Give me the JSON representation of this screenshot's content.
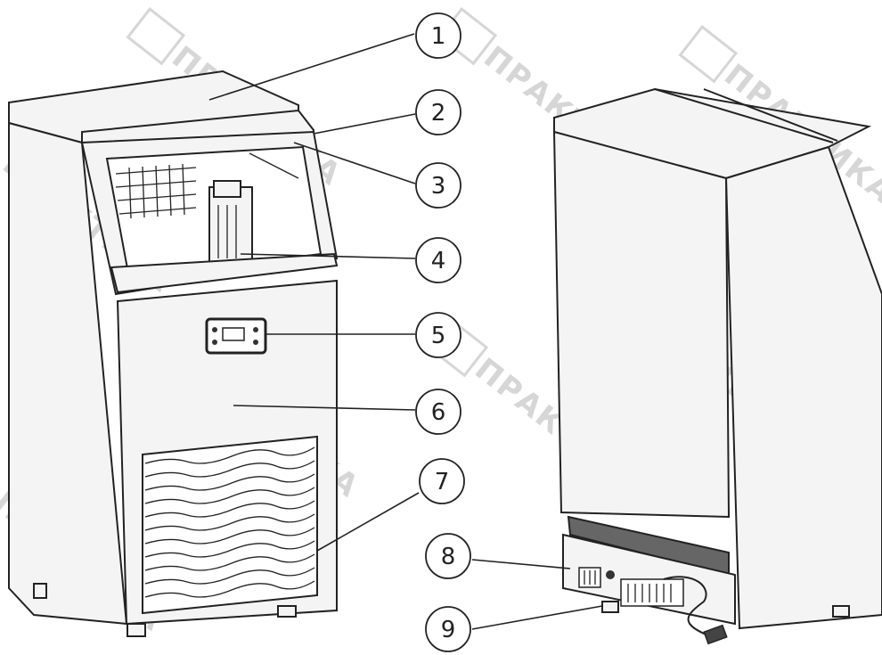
{
  "watermark": {
    "text": "ПРАКТИКА",
    "color": "#d6d6d6"
  },
  "callouts": [
    {
      "number": "1"
    },
    {
      "number": "2"
    },
    {
      "number": "3"
    },
    {
      "number": "4"
    },
    {
      "number": "5"
    },
    {
      "number": "6"
    },
    {
      "number": "7"
    },
    {
      "number": "8"
    },
    {
      "number": "9"
    }
  ],
  "colors": {
    "line": "#222222",
    "background": "#ffffff"
  }
}
